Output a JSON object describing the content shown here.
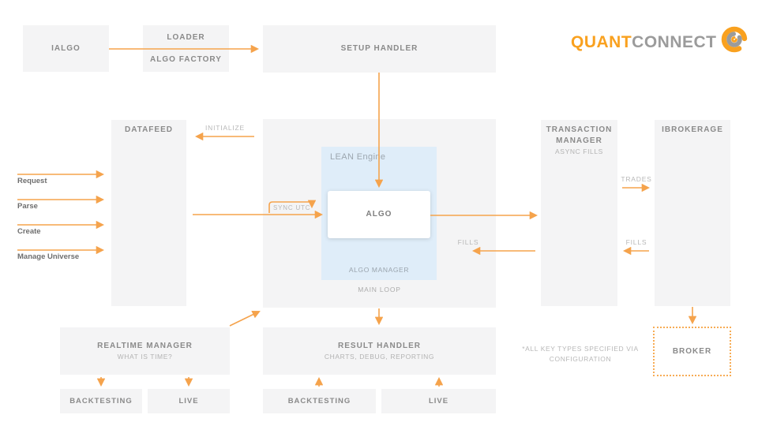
{
  "logo": {
    "quant": "QUANT",
    "connect": "CONNECT"
  },
  "top": {
    "ialgo": "IALGO",
    "loader_line1": "LOADER",
    "loader_line2": "ALGO FACTORY",
    "setup_handler": "SETUP HANDLER"
  },
  "left_flow": {
    "request": "Request",
    "parse": "Parse",
    "create": "Create",
    "manage_universe": "Manage Universe"
  },
  "datafeed": {
    "title": "DATAFEED"
  },
  "engine": {
    "lean": "LEAN Engine",
    "algo": "ALGO",
    "algo_manager": "ALGO MANAGER",
    "main_loop": "MAIN LOOP",
    "sync_utc": "SYNC UTC",
    "initialize": "INITIALIZE",
    "fills": "FILLS"
  },
  "transaction": {
    "title_line1": "TRANSACTION",
    "title_line2": "MANAGER",
    "subtitle": "ASYNC FILLS",
    "trades": "TRADES",
    "fills": "FILLS"
  },
  "ibrokerage": {
    "title": "IBROKERAGE"
  },
  "broker": {
    "title": "BROKER"
  },
  "realtime": {
    "title": "REALTIME MANAGER",
    "subtitle": "WHAT IS TIME?",
    "backtesting": "BACKTESTING",
    "live": "LIVE"
  },
  "result": {
    "title": "RESULT HANDLER",
    "subtitle": "CHARTS, DEBUG, REPORTING",
    "backtesting": "BACKTESTING",
    "live": "LIVE"
  },
  "note": {
    "line1": "*ALL KEY TYPES SPECIFIED VIA",
    "line2": "CONFIGURATION"
  },
  "colors": {
    "accent_orange": "#F5A34C",
    "logo_orange": "#F9A11F",
    "box_gray": "#F4F4F5",
    "engine_blue": "#DFEDF9",
    "title_gray": "#8A8A8A",
    "muted_gray": "#B3B3B3"
  }
}
